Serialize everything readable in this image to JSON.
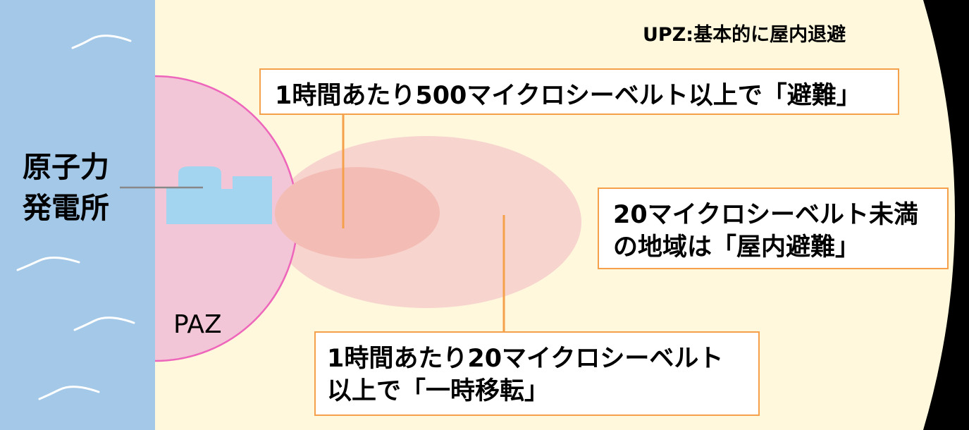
{
  "labels": {
    "upz": "UPZ:基本的に屋内退避",
    "plant_line1": "原子力",
    "plant_line2": "発電所",
    "paz": "PAZ",
    "evacuate_500": "1時間あたり500マイクロシーベルト以上で「避難」",
    "below20_line1": "20マイクロシーベルト未満",
    "below20_line2": "の地域は「屋内避難」",
    "relocate20_line1": "1時間あたり20マイクロシーベルト",
    "relocate20_line2": "以上で「一時移転」"
  },
  "colors": {
    "sea": "#a3c8e8",
    "upz_zone": "#fff8dc",
    "paz_zone": "#f2c6d6",
    "paz_border": "#ee66bb",
    "outer_plume": "#f8d4cf",
    "inner_plume": "#f3bdb5",
    "callout_border": "#f5a04a",
    "leader_line": "#f5a04a",
    "plant_building": "#a3d4f0",
    "outer_boundary": "#000000"
  }
}
